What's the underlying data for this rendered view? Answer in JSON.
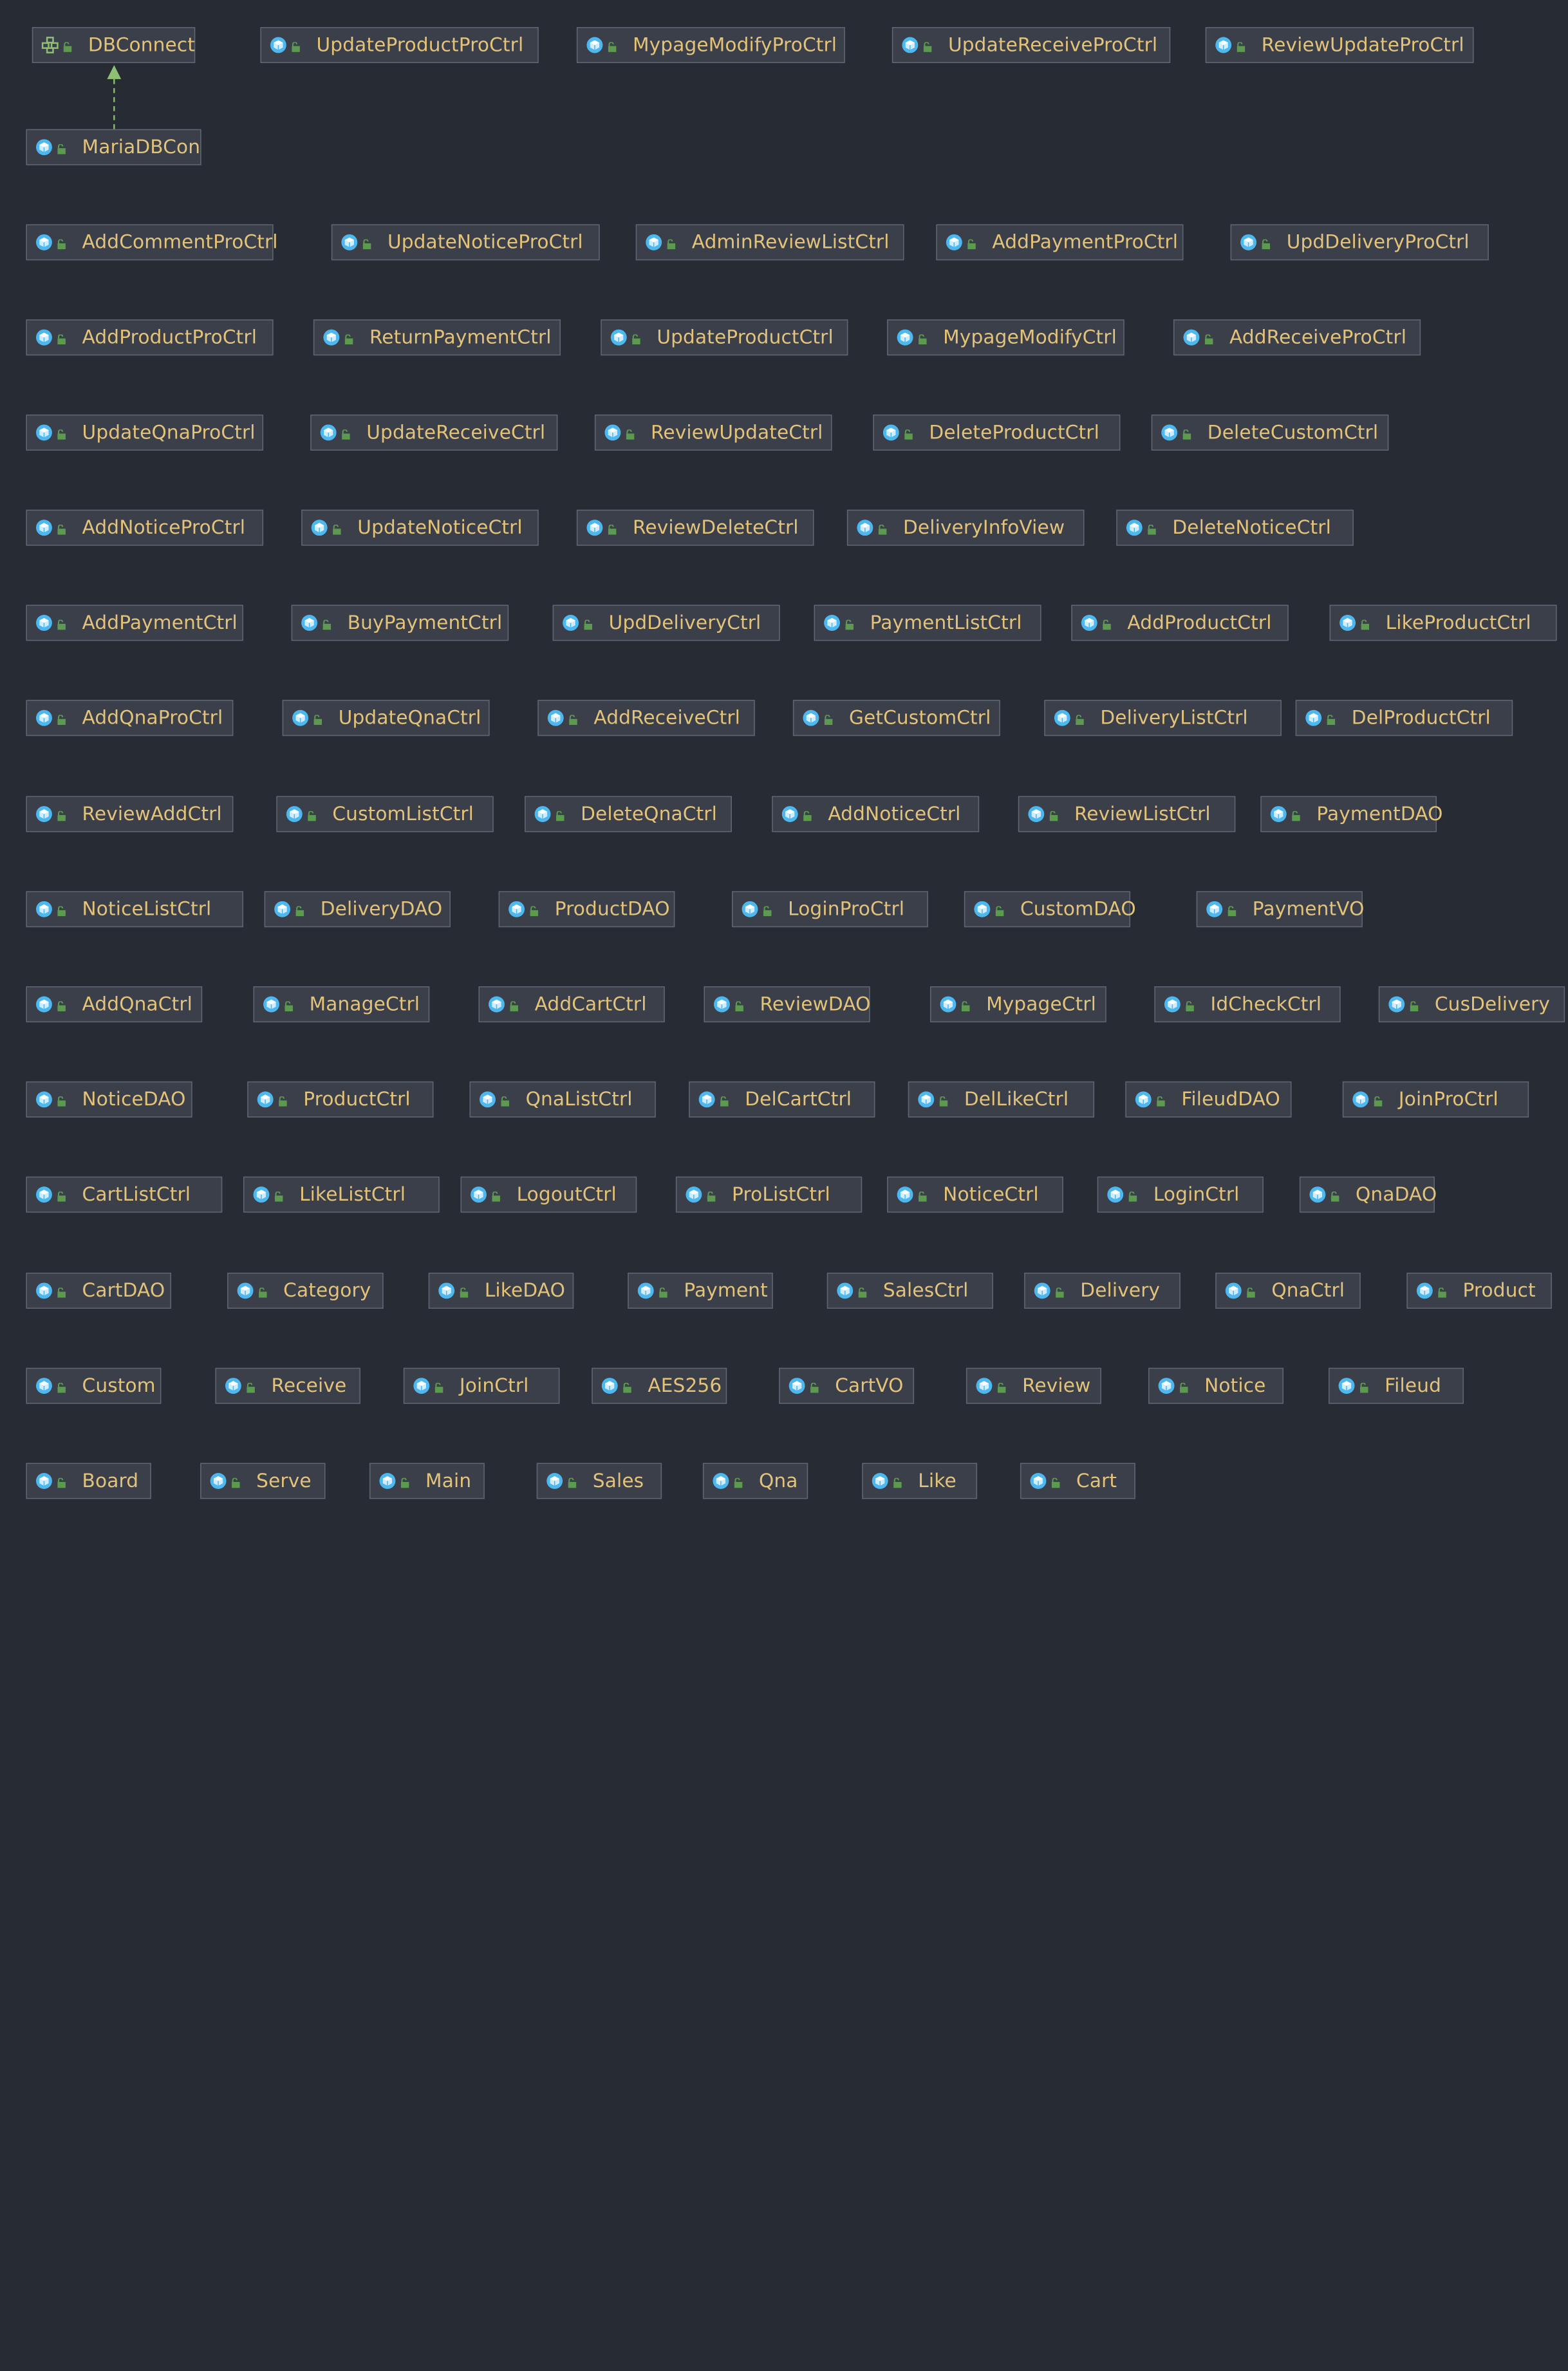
{
  "diagram": {
    "rows": [
      [
        "DBConnect",
        "UpdateProductProCtrl",
        "MypageModifyProCtrl",
        "UpdateReceiveProCtrl",
        "ReviewUpdateProCtrl"
      ],
      [
        "MariaDBCon"
      ],
      [
        "AddCommentProCtrl",
        "UpdateNoticeProCtrl",
        "AdminReviewListCtrl",
        "AddPaymentProCtrl",
        "UpdDeliveryProCtrl"
      ],
      [
        "AddProductProCtrl",
        "ReturnPaymentCtrl",
        "UpdateProductCtrl",
        "MypageModifyCtrl",
        "AddReceiveProCtrl"
      ],
      [
        "UpdateQnaProCtrl",
        "UpdateReceiveCtrl",
        "ReviewUpdateCtrl",
        "DeleteProductCtrl",
        "DeleteCustomCtrl"
      ],
      [
        "AddNoticeProCtrl",
        "UpdateNoticeCtrl",
        "ReviewDeleteCtrl",
        "DeliveryInfoView",
        "DeleteNoticeCtrl"
      ],
      [
        "AddPaymentCtrl",
        "BuyPaymentCtrl",
        "UpdDeliveryCtrl",
        "PaymentListCtrl",
        "AddProductCtrl",
        "LikeProductCtrl"
      ],
      [
        "AddQnaProCtrl",
        "UpdateQnaCtrl",
        "AddReceiveCtrl",
        "GetCustomCtrl",
        "DeliveryListCtrl",
        "DelProductCtrl"
      ],
      [
        "ReviewAddCtrl",
        "CustomListCtrl",
        "DeleteQnaCtrl",
        "AddNoticeCtrl",
        "ReviewListCtrl",
        "PaymentDAO"
      ],
      [
        "NoticeListCtrl",
        "DeliveryDAO",
        "ProductDAO",
        "LoginProCtrl",
        "CustomDAO",
        "PaymentVO"
      ],
      [
        "AddQnaCtrl",
        "ManageCtrl",
        "AddCartCtrl",
        "ReviewDAO",
        "MypageCtrl",
        "IdCheckCtrl",
        "CusDelivery"
      ],
      [
        "NoticeDAO",
        "ProductCtrl",
        "QnaListCtrl",
        "DelCartCtrl",
        "DelLikeCtrl",
        "FileudDAO",
        "JoinProCtrl"
      ],
      [
        "CartListCtrl",
        "LikeListCtrl",
        "LogoutCtrl",
        "ProListCtrl",
        "NoticeCtrl",
        "LoginCtrl",
        "QnaDAO"
      ],
      [
        "CartDAO",
        "Category",
        "LikeDAO",
        "Payment",
        "SalesCtrl",
        "Delivery",
        "QnaCtrl",
        "Product"
      ],
      [
        "Custom",
        "Receive",
        "JoinCtrl",
        "AES256",
        "CartVO",
        "Review",
        "Notice",
        "Fileud"
      ],
      [
        "Board",
        "Serve",
        "Main",
        "Sales",
        "Qna",
        "Like",
        "Cart"
      ]
    ],
    "interfaces": [
      "DBConnect"
    ],
    "edges": [
      {
        "from": "MariaDBCon",
        "to": "DBConnect",
        "kind": "implements"
      }
    ],
    "colors": {
      "background": "#272b34",
      "node_fill": "#3a3f4a",
      "node_border": "#5e6673",
      "label": "#e3c27a",
      "class_icon": "#4db8f0",
      "lock_icon": "#5c9a4f",
      "interface_icon": "#8fbf72",
      "edge": "#8fbf72"
    },
    "icons": {
      "class": "class-icon",
      "interface": "interface-icon",
      "visibility": "public-lock-icon"
    }
  }
}
